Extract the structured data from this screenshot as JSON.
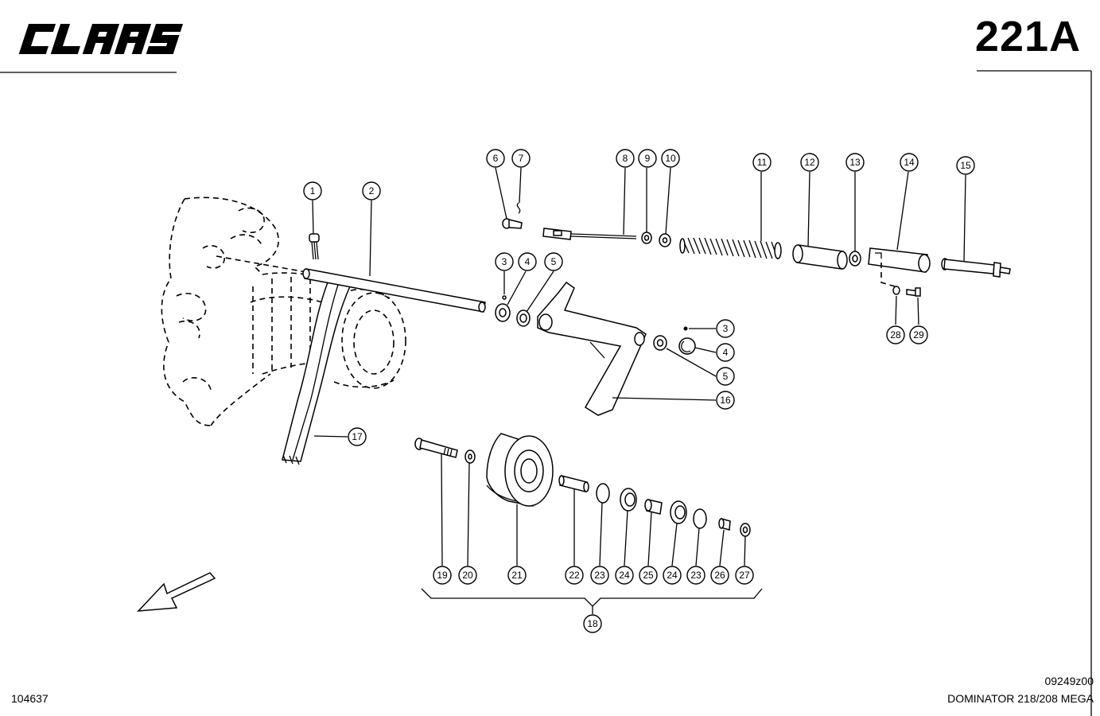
{
  "header": {
    "brand": "CLAAS",
    "sheet_number": "221A"
  },
  "footer": {
    "document_number": "104637",
    "drawing_number": "09249z00",
    "model": "DOMINATOR 218/208 MEGA"
  },
  "callouts": [
    "1",
    "2",
    "3",
    "4",
    "5",
    "6",
    "7",
    "8",
    "9",
    "10",
    "11",
    "12",
    "13",
    "14",
    "15",
    "16",
    "17",
    "18",
    "19",
    "20",
    "21",
    "22",
    "23",
    "24",
    "25",
    "26",
    "27",
    "28",
    "29"
  ],
  "icons": {
    "logo": "claas-logo",
    "direction": "direction-arrow-icon"
  }
}
